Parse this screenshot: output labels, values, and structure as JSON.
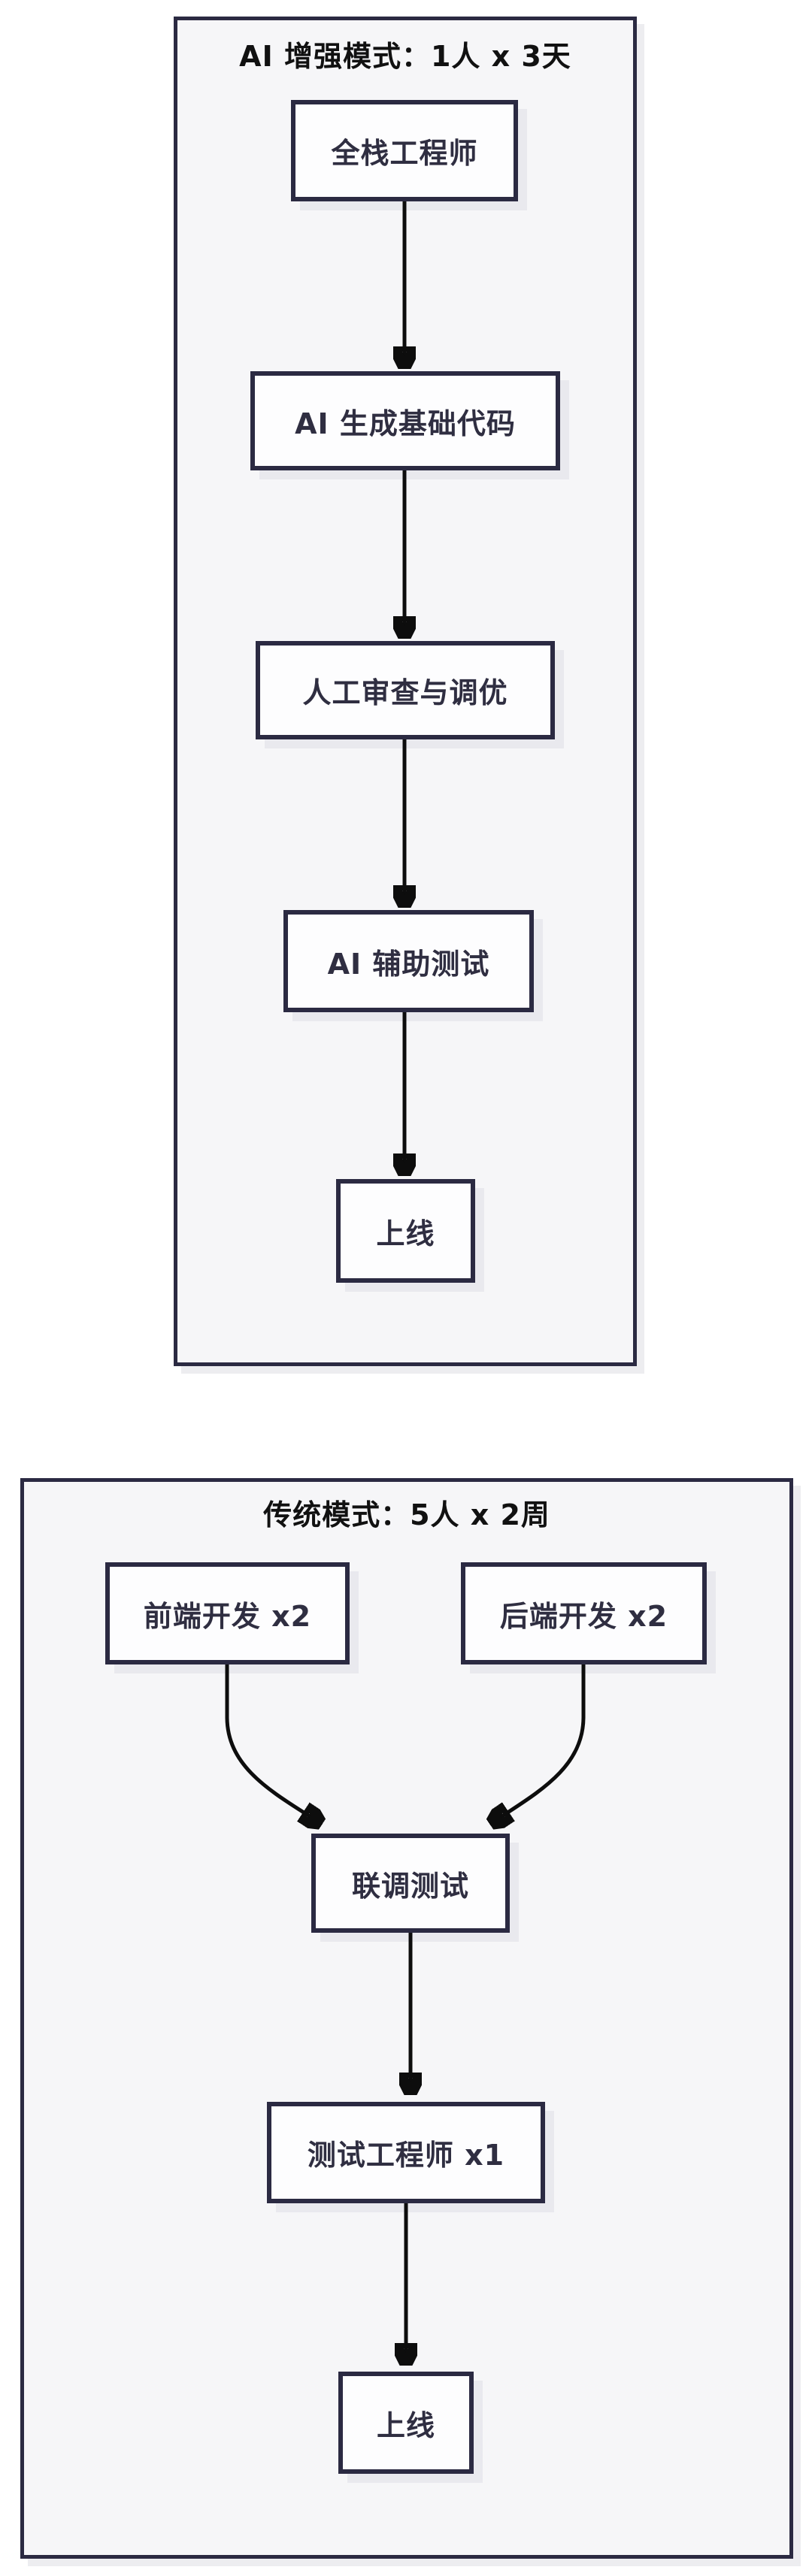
{
  "diagram": {
    "sections": [
      {
        "title": "AI 增强模式：1人 x 3天",
        "nodes": [
          {
            "label": "全栈工程师"
          },
          {
            "label": "AI 生成基础代码"
          },
          {
            "label": "人工审查与调优"
          },
          {
            "label": "AI 辅助测试"
          },
          {
            "label": "上线"
          }
        ]
      },
      {
        "title": "传统模式：5人 x 2周",
        "nodes": [
          {
            "label": "前端开发 x2"
          },
          {
            "label": "后端开发 x2"
          },
          {
            "label": "联调测试"
          },
          {
            "label": "测试工程师 x1"
          },
          {
            "label": "上线"
          }
        ]
      }
    ],
    "colors": {
      "container_fill": "#f6f6f8",
      "node_fill": "#fdfdfe",
      "border": "#2b2a42",
      "node_text": "#2f2e41",
      "title_text": "#111111",
      "arrow": "#0d0d0d",
      "shadow": "#ededf0",
      "page_background": "#ffffff"
    }
  }
}
